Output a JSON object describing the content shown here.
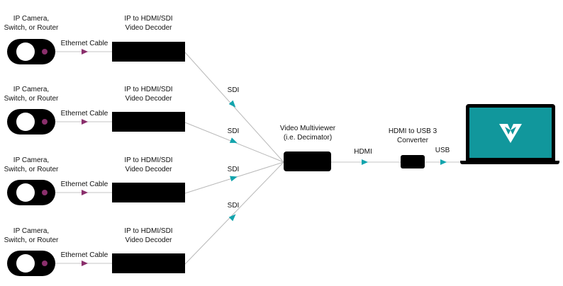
{
  "colors": {
    "magenta_arrow": "#8a2f6c",
    "teal_arrow": "#12a4ad",
    "screen": "#11979c",
    "line": "#b8b8b8"
  },
  "rows": [
    {
      "source": [
        "IP Camera,",
        "Switch, or Router"
      ],
      "cable": "Ethernet Cable",
      "decoder": [
        "IP to HDMI/SDI",
        "Video Decoder"
      ],
      "link": "SDI"
    },
    {
      "source": [
        "IP Camera,",
        "Switch, or Router"
      ],
      "cable": "Ethernet Cable",
      "decoder": [
        "IP to HDMI/SDI",
        "Video Decoder"
      ],
      "link": "SDI"
    },
    {
      "source": [
        "IP Camera,",
        "Switch, or Router"
      ],
      "cable": "Ethernet Cable",
      "decoder": [
        "IP to HDMI/SDI",
        "Video Decoder"
      ],
      "link": "SDI"
    },
    {
      "source": [
        "IP Camera,",
        "Switch, or Router"
      ],
      "cable": "Ethernet Cable",
      "decoder": [
        "IP to HDMI/SDI",
        "Video Decoder"
      ],
      "link": "SDI"
    }
  ],
  "multiviewer": [
    "Video Multiviewer",
    "(i.e. Decimator)"
  ],
  "hdmi_link": "HDMI",
  "converter": [
    "HDMI to USB 3",
    "Converter"
  ],
  "usb_link": "USB",
  "laptop": {
    "logo_icon": "vmix-logo-icon"
  }
}
